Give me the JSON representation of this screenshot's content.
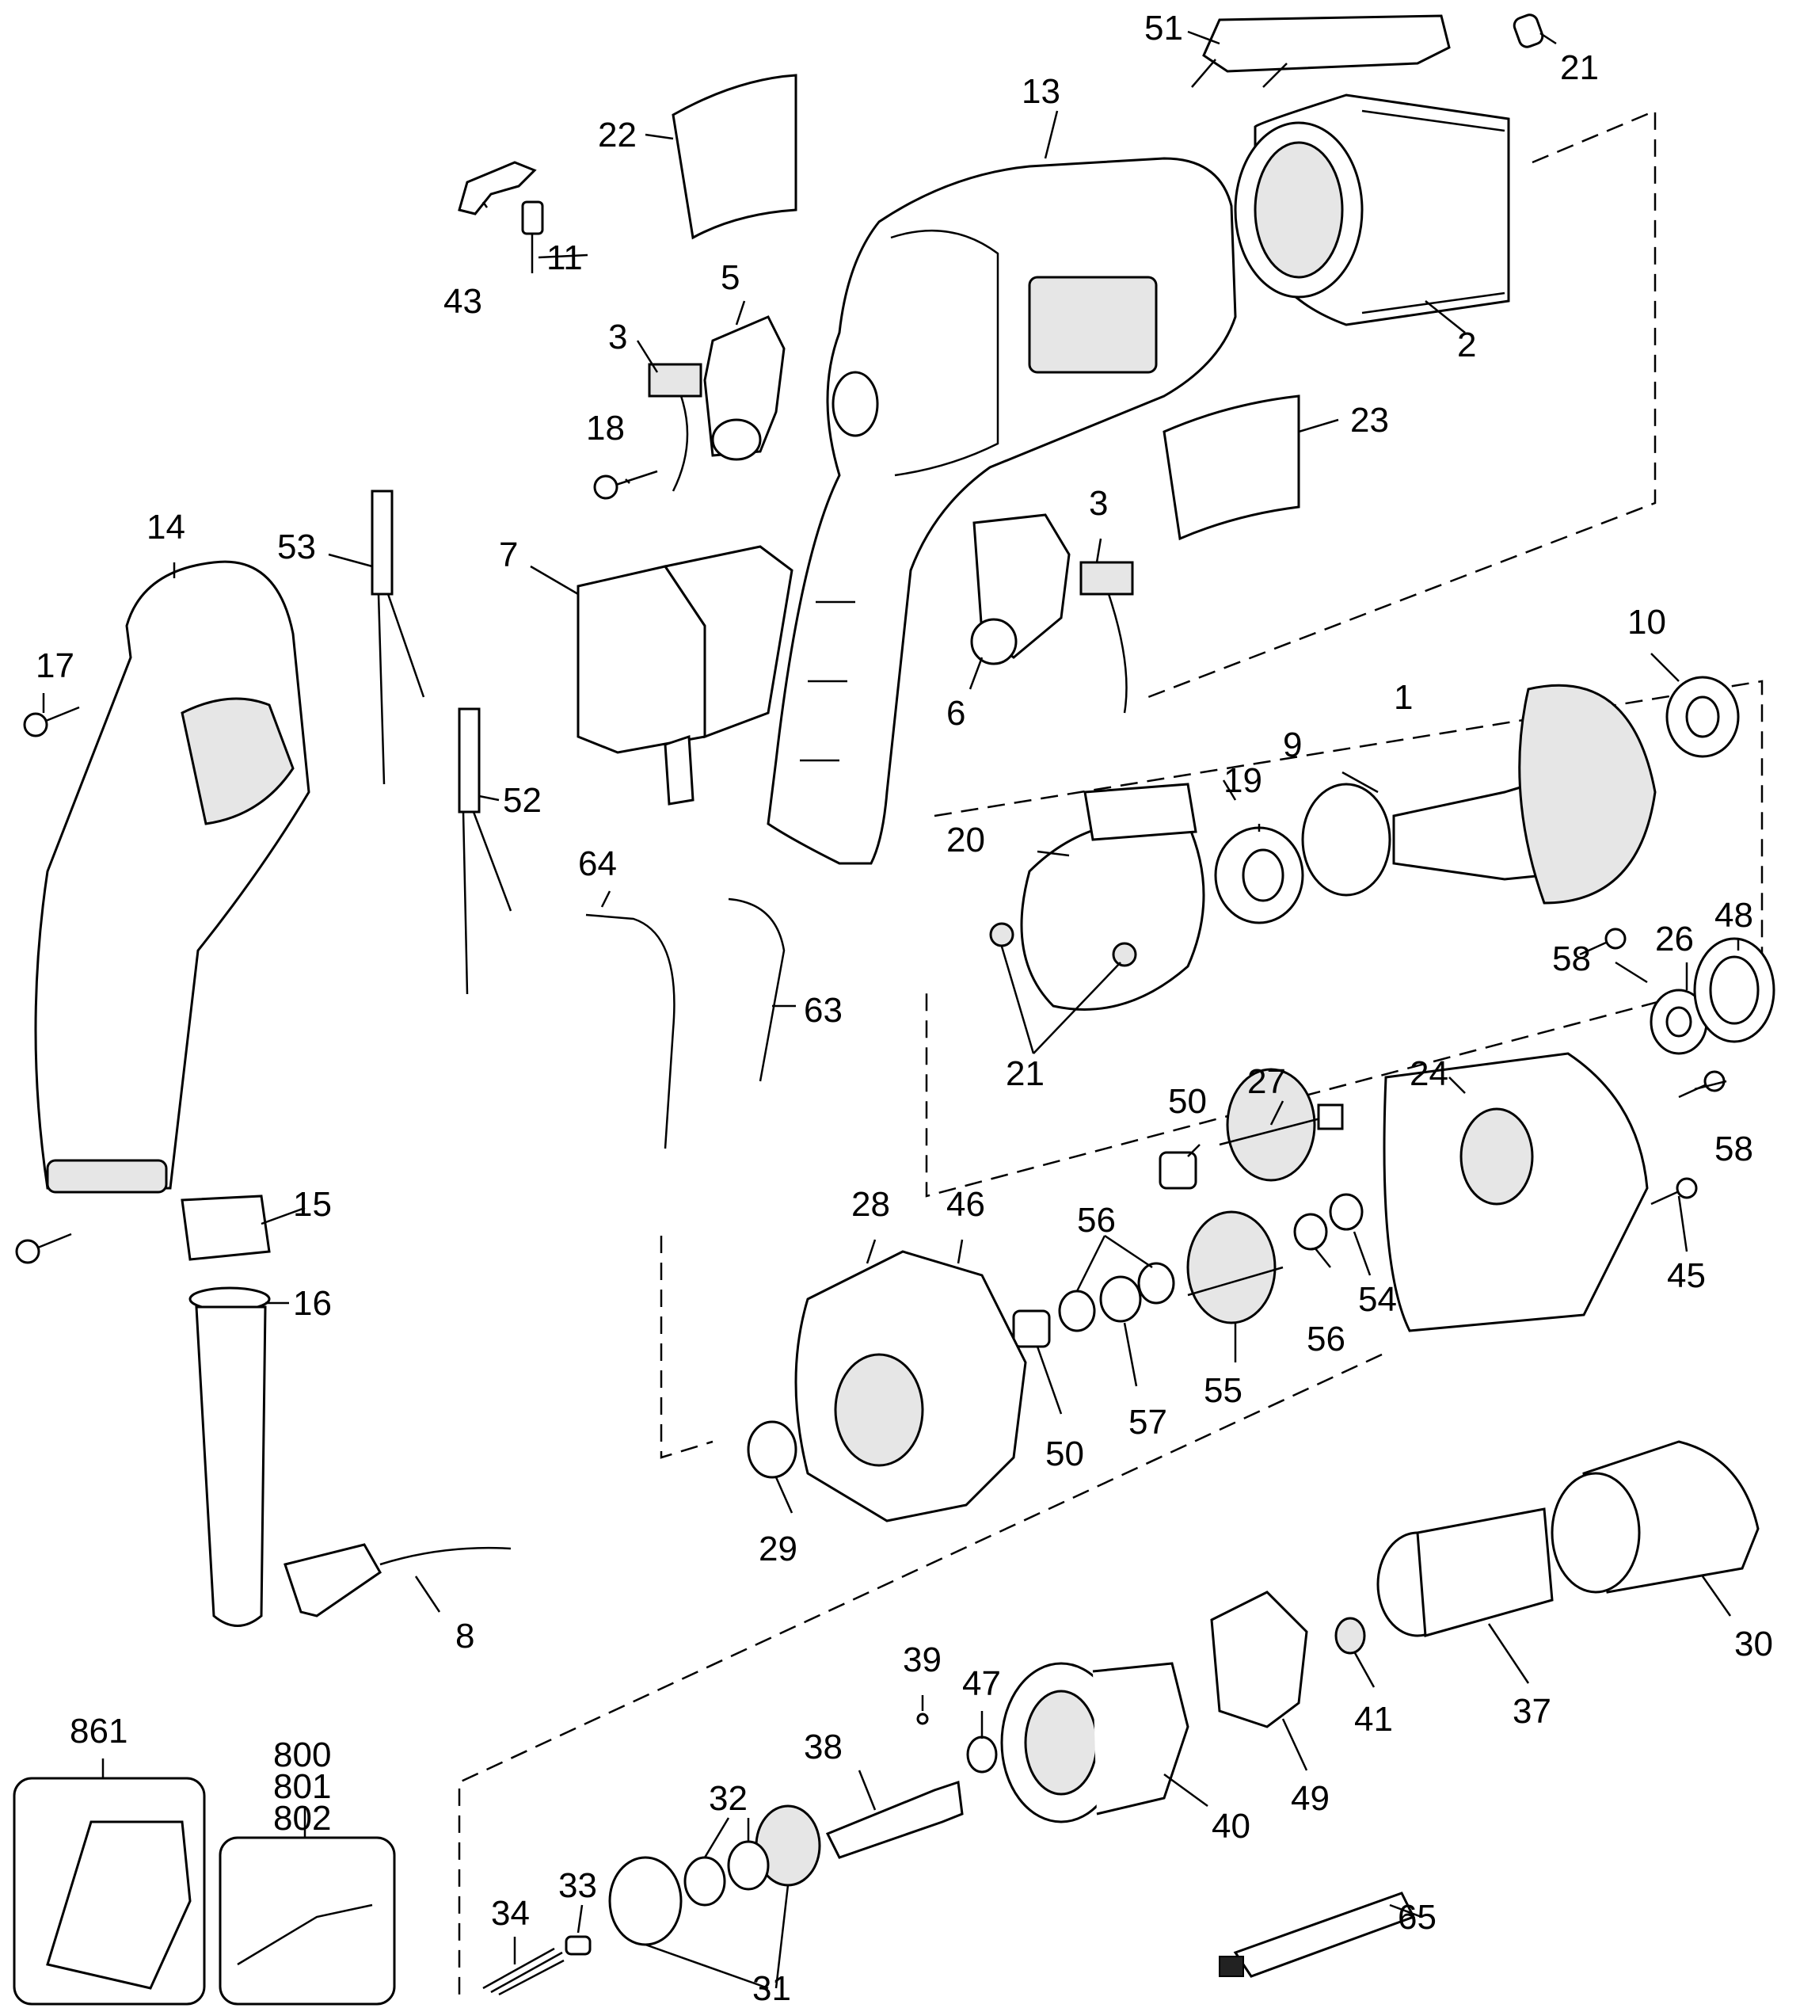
{
  "labels": {
    "p1": "1",
    "p2": "2",
    "p3a": "3",
    "p3b": "3",
    "p5": "5",
    "p6": "6",
    "p7": "7",
    "p8": "8",
    "p9": "9",
    "p10": "10",
    "p11": "11",
    "p13": "13",
    "p14": "14",
    "p15": "15",
    "p16": "16",
    "p17": "17",
    "p18": "18",
    "p19": "19",
    "p20": "20",
    "p21a": "21",
    "p21b": "21",
    "p22": "22",
    "p23": "23",
    "p24": "24",
    "p26": "26",
    "p27": "27",
    "p28": "28",
    "p29": "29",
    "p30": "30",
    "p31": "31",
    "p32": "32",
    "p33": "33",
    "p34": "34",
    "p37": "37",
    "p38": "38",
    "p39": "39",
    "p40": "40",
    "p41": "41",
    "p43": "43",
    "p45": "45",
    "p46": "46",
    "p47": "47",
    "p48": "48",
    "p49": "49",
    "p50a": "50",
    "p50b": "50",
    "p51": "51",
    "p52": "52",
    "p53": "53",
    "p54": "54",
    "p55": "55",
    "p56a": "56",
    "p56b": "56",
    "p57": "57",
    "p58a": "58",
    "p58b": "58",
    "p63": "63",
    "p64": "64",
    "p65": "65",
    "p800": "800",
    "p801": "801",
    "p802": "802",
    "p861": "861"
  },
  "colors": {
    "ink": "#000000",
    "paper": "#ffffff",
    "shade": "#e6e6e6"
  }
}
